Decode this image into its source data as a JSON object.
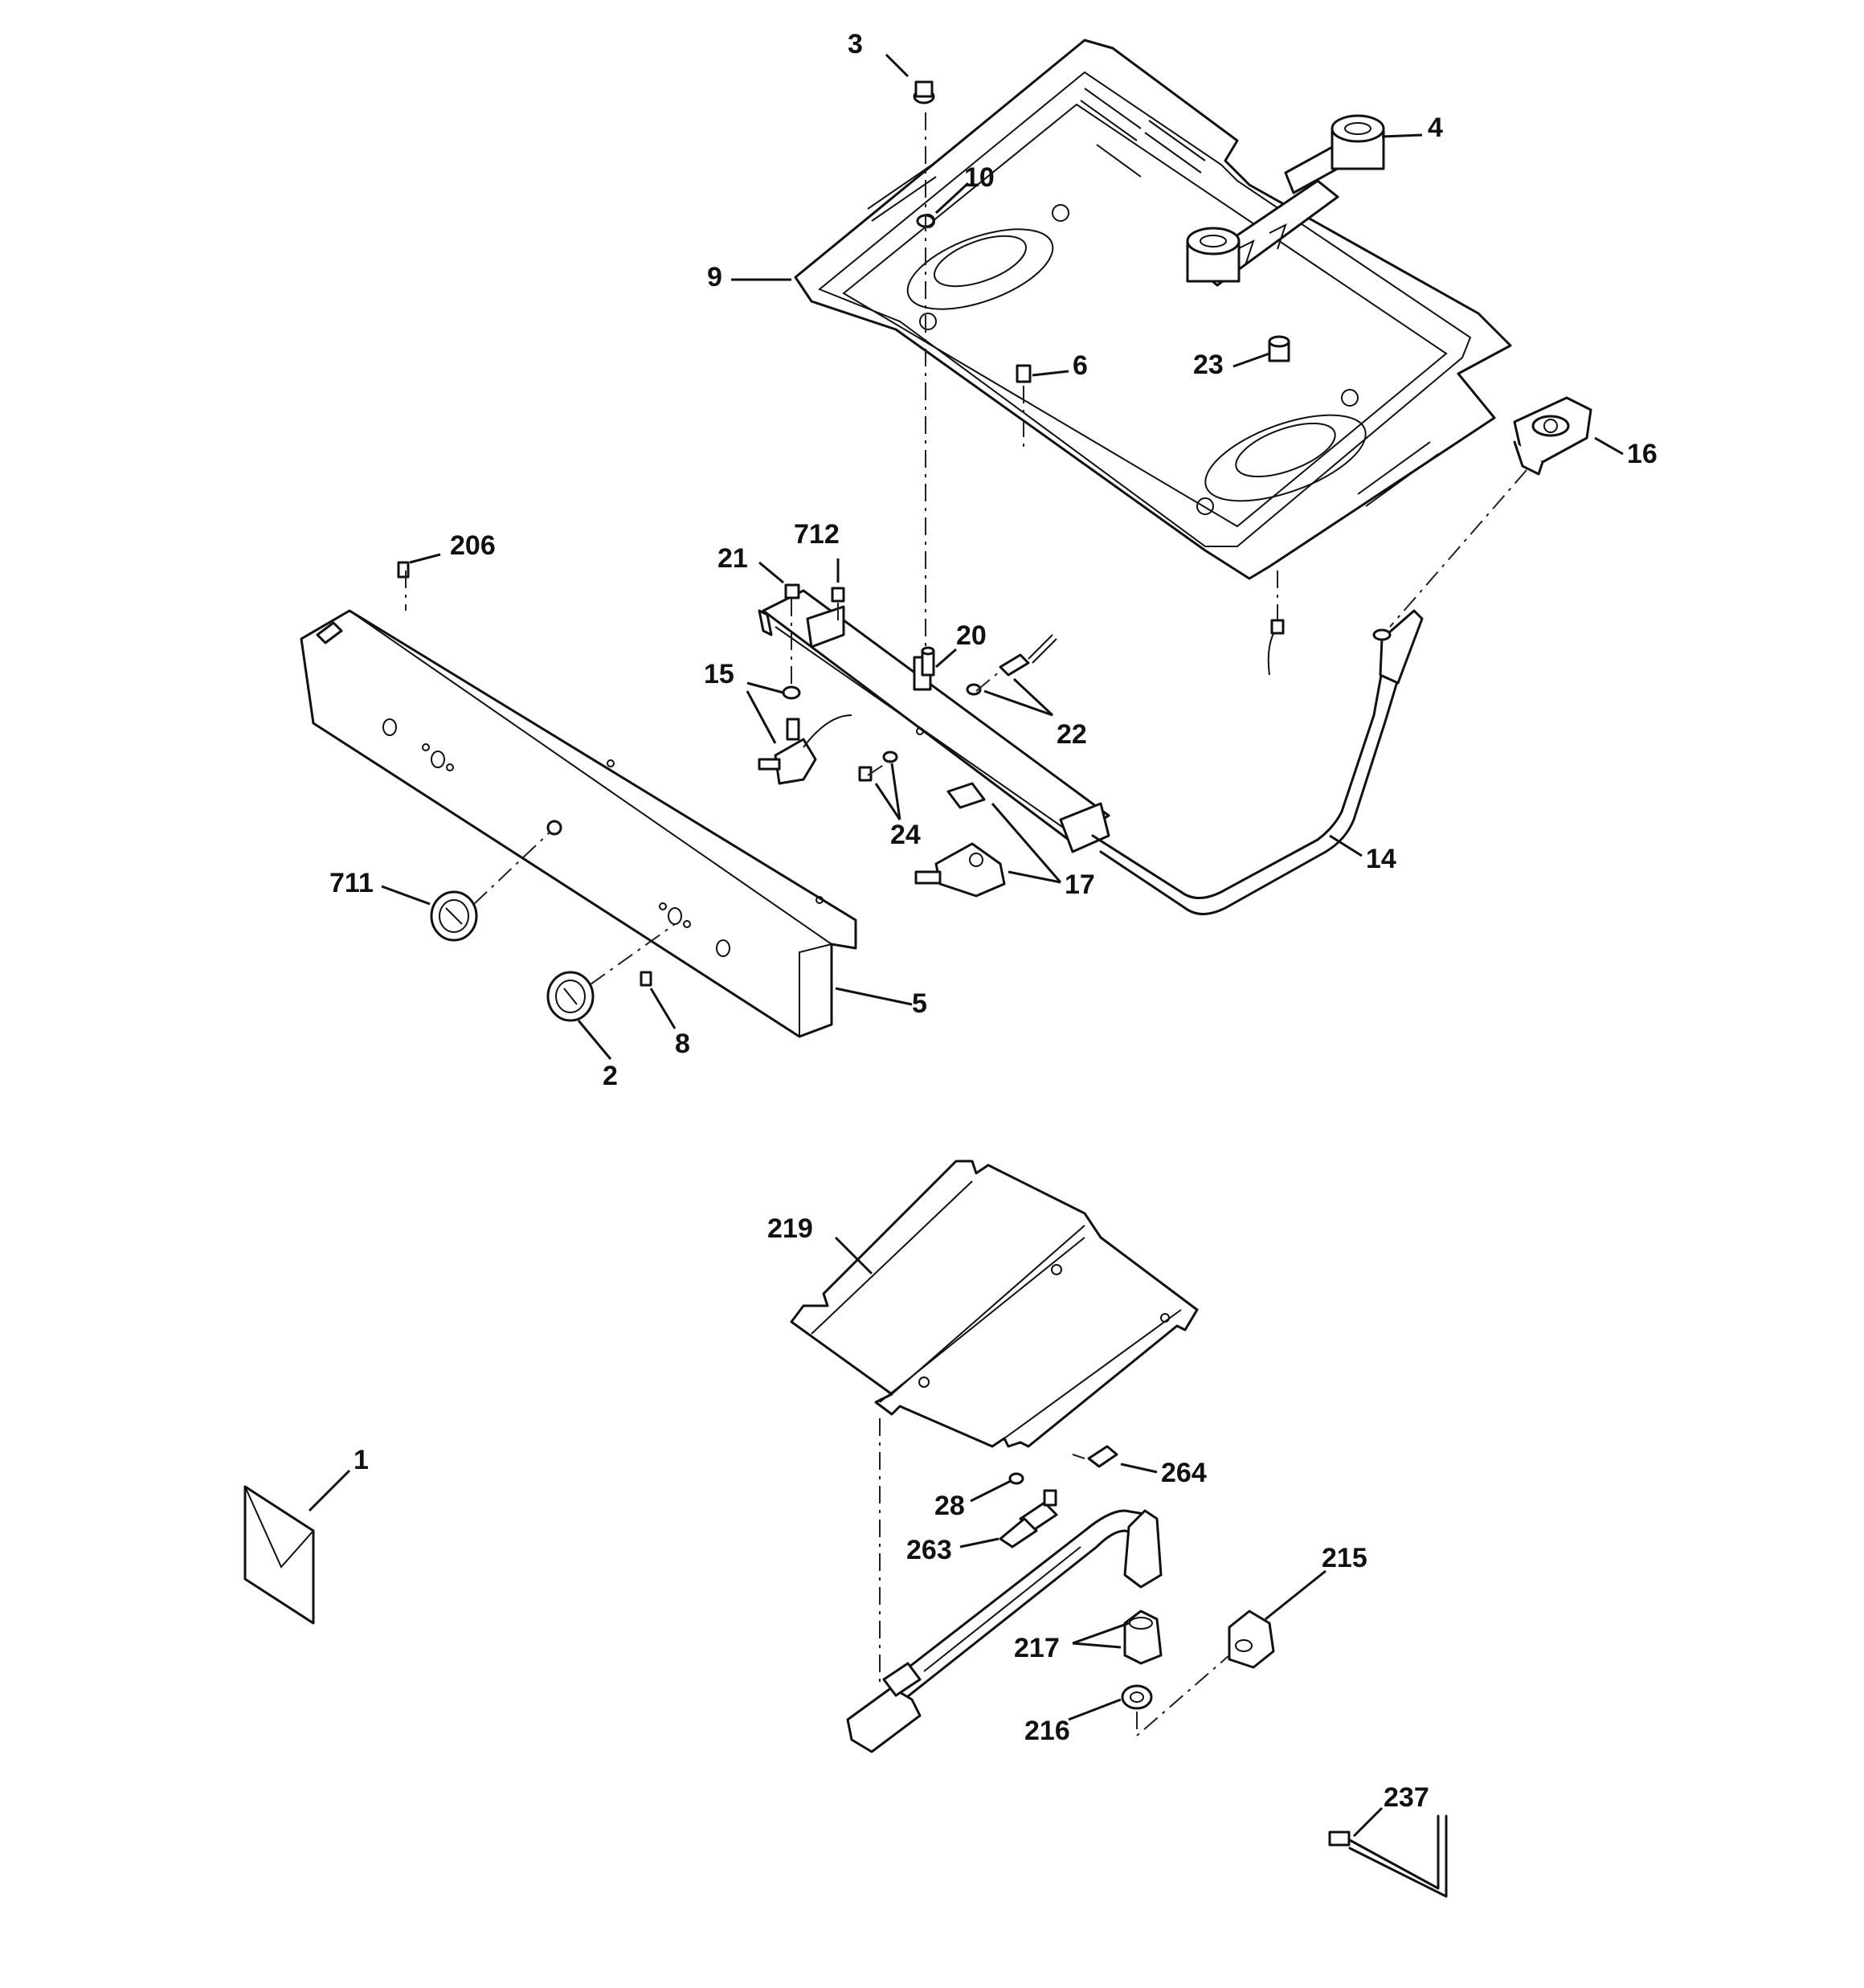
{
  "labels": {
    "p1": "1",
    "p2": "2",
    "p3": "3",
    "p4": "4",
    "p5": "5",
    "p6": "6",
    "p8": "8",
    "p9": "9",
    "p10": "10",
    "p14": "14",
    "p15": "15",
    "p16": "16",
    "p17": "17",
    "p20": "20",
    "p21": "21",
    "p22": "22",
    "p23": "23",
    "p24": "24",
    "p28": "28",
    "p206": "206",
    "p215": "215",
    "p216": "216",
    "p217": "217",
    "p219": "219",
    "p237": "237",
    "p263": "263",
    "p264": "264",
    "p711": "711",
    "p712": "712"
  }
}
